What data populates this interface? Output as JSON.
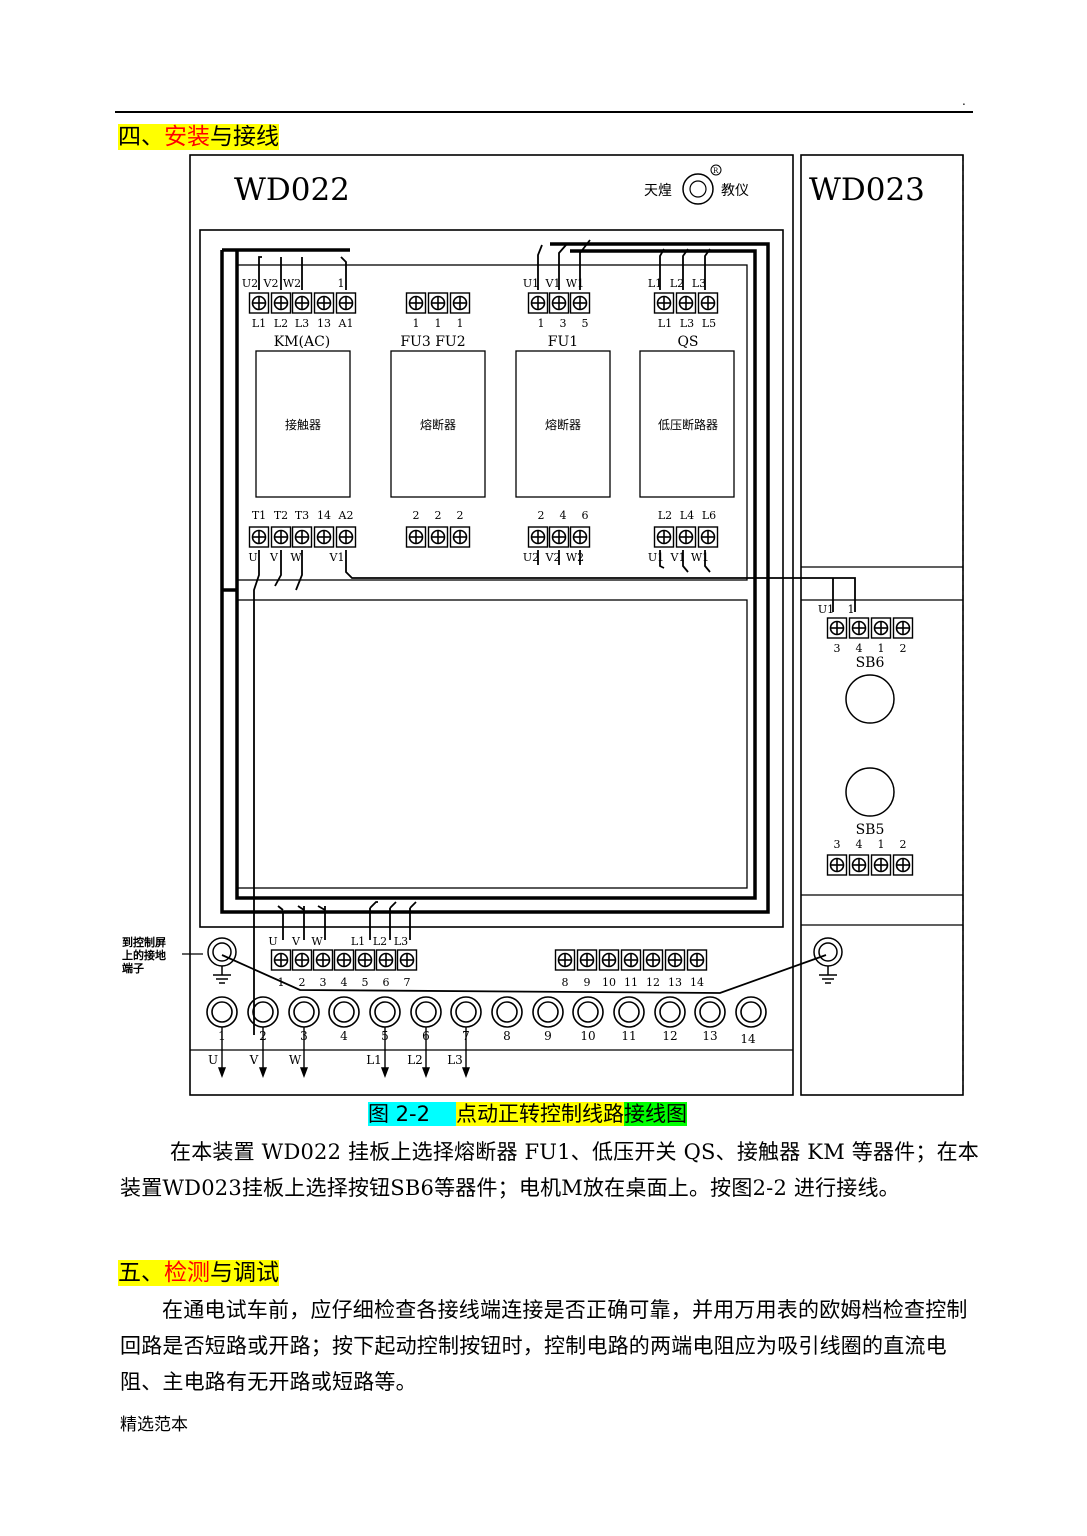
{
  "header": {
    "mark": "."
  },
  "section4": {
    "num": "四、",
    "kw": "安装",
    "rest": "与接线"
  },
  "diagram": {
    "board1": "WD022",
    "board2": "WD023",
    "brand_left": "天煌",
    "brand_right": "教仪",
    "km": {
      "top_labels": [
        "U2",
        "V2",
        "W2",
        "",
        "1"
      ],
      "top_nums": [
        "L1",
        "L2",
        "L3",
        "13",
        "A1"
      ],
      "name": "KM(AC)",
      "body": "接触器",
      "bot_nums": [
        "T1",
        "T2",
        "T3",
        "14",
        "A2"
      ],
      "bot_labels": [
        "U",
        "V",
        "W",
        "",
        "V1"
      ]
    },
    "fu3": {
      "top_nums": [
        "1",
        "1",
        "1"
      ],
      "name": "FU3 FU2",
      "body": "熔断器",
      "bot_nums": [
        "2",
        "2",
        "2"
      ]
    },
    "fu1": {
      "top_labels": [
        "U1",
        "V1",
        "W1"
      ],
      "top_nums": [
        "1",
        "3",
        "5"
      ],
      "name": "FU1",
      "body": "熔断器",
      "bot_nums": [
        "2",
        "4",
        "6"
      ],
      "bot_labels": [
        "U2",
        "V2",
        "W2"
      ]
    },
    "qs": {
      "top_labels": [
        "L1",
        "L2",
        "L3"
      ],
      "top_nums": [
        "L1",
        "L3",
        "L5"
      ],
      "name": "QS",
      "body": "低压断路器",
      "bot_nums": [
        "L2",
        "L4",
        "L6"
      ],
      "bot_labels": [
        "U1",
        "V1",
        "W1"
      ]
    },
    "sb6": {
      "top_labels": [
        "U1",
        "1"
      ],
      "nums": [
        "3",
        "4",
        "1",
        "2"
      ],
      "name": "SB6"
    },
    "sb5": {
      "name": "SB5",
      "nums": [
        "3",
        "4",
        "1",
        "2"
      ]
    },
    "ground_note": [
      "到控制屏",
      "上的接地",
      "端子"
    ],
    "left_strip_labels": [
      "U",
      "V",
      "W",
      "",
      "L1",
      "L2",
      "L3"
    ],
    "left_strip_nums": [
      "1",
      "2",
      "3",
      "4",
      "5",
      "6",
      "7"
    ],
    "right_strip_nums": [
      "8",
      "9",
      "10",
      "11",
      "12",
      "13",
      "14"
    ],
    "post_nums": [
      "1",
      "2",
      "3",
      "4",
      "5",
      "6",
      "7",
      "8",
      "9",
      "10",
      "11",
      "12",
      "13",
      "14"
    ],
    "out_labels": [
      "U",
      "V",
      "W",
      "L1",
      "L2",
      "L3"
    ]
  },
  "caption": {
    "num": "图 2-2",
    "title": "点动正转控制线路",
    "end": "接线图"
  },
  "para1": "在本装置 WD022 挂板上选择熔断器 FU1、低压开关 QS、接触器 KM 等器件；在本装置WD023挂板上选择按钮SB6等器件；电机M放在桌面上。按图2-2 进行接线。",
  "section5": {
    "num": "五、",
    "kw": "检测",
    "rest": "与调试"
  },
  "para2": "在通电试车前，应仔细检查各接线端连接是否正确可靠，并用万用表的欧姆档检查控制回路是否短路或开路；按下起动控制按钮时，控制电路的两端电阻应为吸引线圈的直流电阻、主电路有无开路或短路等。",
  "footer": "精选范本"
}
